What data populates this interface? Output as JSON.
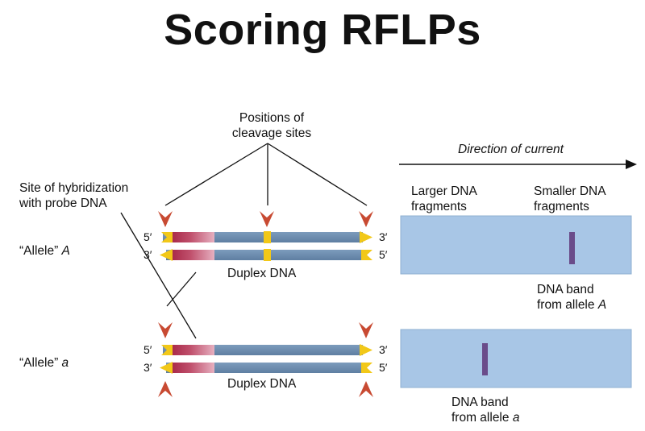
{
  "title": "Scoring RFLPs",
  "labels": {
    "positions_line1": "Positions of",
    "positions_line2": "cleavage sites",
    "hybrid_line1": "Site of hybridization",
    "hybrid_line2": "with probe DNA",
    "direction": "Direction of current",
    "larger_line1": "Larger DNA",
    "larger_line2": "fragments",
    "smaller_line1": "Smaller DNA",
    "smaller_line2": "fragments"
  },
  "allele_A": {
    "prefix": "“Allele” ",
    "letter": "A",
    "top_left": "5′",
    "top_right": "3′",
    "bottom_left": "3′",
    "bottom_right": "5′",
    "duplex": "Duplex DNA",
    "band_line1": "DNA band",
    "band_line2_prefix": "from allele ",
    "band_letter": "A"
  },
  "allele_a": {
    "prefix": "“Allele” ",
    "letter": "a",
    "top_left": "5′",
    "top_right": "3′",
    "bottom_left": "3′",
    "bottom_right": "5′",
    "duplex": "Duplex DNA",
    "band_line1": "DNA band",
    "band_line2_prefix": "from allele ",
    "band_letter": "a"
  },
  "colors": {
    "strand": "#6f8fb0",
    "probe_red": "#a82848",
    "probe_pink": "#e8a8b8",
    "yellow": "#f2c818",
    "arrow_red": "#c84a32",
    "gel": "#a8c6e6",
    "band": "#6a4c8a"
  }
}
